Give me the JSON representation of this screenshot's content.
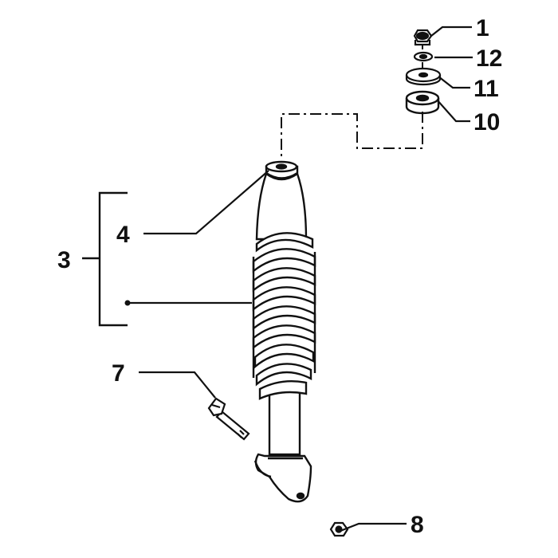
{
  "diagram": {
    "callouts": {
      "c1": "1",
      "c12": "12",
      "c11": "11",
      "c10": "10",
      "c4": "4",
      "c3": "3",
      "c7": "7",
      "c8": "8"
    },
    "colors": {
      "ink": "#111111",
      "paper": "#ffffff",
      "shade": "#d9d9d9"
    }
  }
}
